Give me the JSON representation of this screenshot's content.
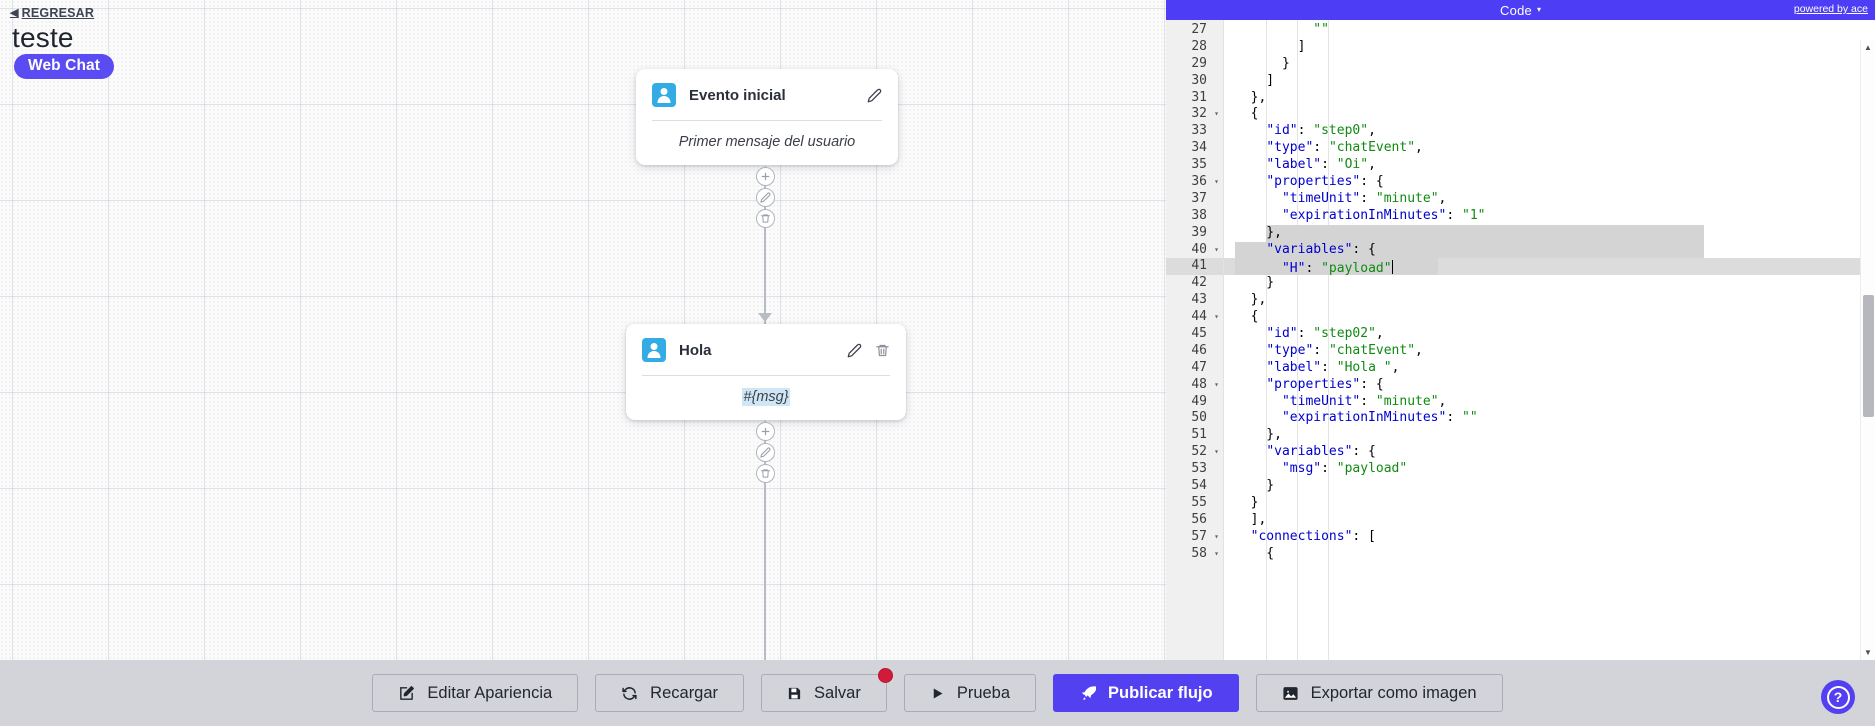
{
  "canvas": {
    "back_link": {
      "label": "REGRESAR",
      "icon": "chevron-left-icon"
    },
    "title": "teste",
    "badge": "Web Chat",
    "nodes": [
      {
        "id": "node-initial",
        "icon": "user-avatar-icon",
        "title": "Evento inicial",
        "body": "Primer mensaje del usuario",
        "actions": [
          "edit-icon"
        ]
      },
      {
        "id": "node-hola",
        "icon": "user-avatar-icon",
        "title": "Hola",
        "body": "#{msg}",
        "actions": [
          "edit-icon",
          "trash-icon"
        ]
      }
    ],
    "edge_tools": [
      "plus-icon",
      "edit-icon",
      "trash-icon"
    ]
  },
  "code_panel": {
    "title": "Code",
    "caret": "▾",
    "credit": "powered by ace",
    "scroll": {
      "up": "▲",
      "down": "▼"
    },
    "fold_widget_arrow": "❯",
    "first_line": 27,
    "lines": [
      {
        "n": 27,
        "fold": false,
        "active": false,
        "sel": false,
        "tokens": [
          {
            "t": "          ",
            "c": "tok-p"
          },
          {
            "t": "\"\"",
            "c": "tok-s"
          }
        ]
      },
      {
        "n": 28,
        "fold": false,
        "active": false,
        "sel": false,
        "tokens": [
          {
            "t": "        ]",
            "c": "tok-p"
          }
        ]
      },
      {
        "n": 29,
        "fold": false,
        "active": false,
        "sel": false,
        "tokens": [
          {
            "t": "      }",
            "c": "tok-p"
          }
        ]
      },
      {
        "n": 30,
        "fold": false,
        "active": false,
        "sel": false,
        "tokens": [
          {
            "t": "    ]",
            "c": "tok-p"
          }
        ]
      },
      {
        "n": 31,
        "fold": false,
        "active": false,
        "sel": false,
        "tokens": [
          {
            "t": "  },",
            "c": "tok-p"
          }
        ]
      },
      {
        "n": 32,
        "fold": true,
        "active": false,
        "sel": false,
        "tokens": [
          {
            "t": "  {",
            "c": "tok-p"
          }
        ]
      },
      {
        "n": 33,
        "fold": false,
        "active": false,
        "sel": false,
        "tokens": [
          {
            "t": "    ",
            "c": "tok-p"
          },
          {
            "t": "\"id\"",
            "c": "tok-k"
          },
          {
            "t": ": ",
            "c": "tok-p"
          },
          {
            "t": "\"step0\"",
            "c": "tok-s"
          },
          {
            "t": ",",
            "c": "tok-p"
          }
        ]
      },
      {
        "n": 34,
        "fold": false,
        "active": false,
        "sel": false,
        "tokens": [
          {
            "t": "    ",
            "c": "tok-p"
          },
          {
            "t": "\"type\"",
            "c": "tok-k"
          },
          {
            "t": ": ",
            "c": "tok-p"
          },
          {
            "t": "\"chatEvent\"",
            "c": "tok-s"
          },
          {
            "t": ",",
            "c": "tok-p"
          }
        ]
      },
      {
        "n": 35,
        "fold": false,
        "active": false,
        "sel": false,
        "tokens": [
          {
            "t": "    ",
            "c": "tok-p"
          },
          {
            "t": "\"label\"",
            "c": "tok-k"
          },
          {
            "t": ": ",
            "c": "tok-p"
          },
          {
            "t": "\"Oi\"",
            "c": "tok-s"
          },
          {
            "t": ",",
            "c": "tok-p"
          }
        ]
      },
      {
        "n": 36,
        "fold": true,
        "active": false,
        "sel": false,
        "tokens": [
          {
            "t": "    ",
            "c": "tok-p"
          },
          {
            "t": "\"properties\"",
            "c": "tok-k"
          },
          {
            "t": ": {",
            "c": "tok-p"
          }
        ]
      },
      {
        "n": 37,
        "fold": false,
        "active": false,
        "sel": false,
        "tokens": [
          {
            "t": "      ",
            "c": "tok-p"
          },
          {
            "t": "\"timeUnit\"",
            "c": "tok-k"
          },
          {
            "t": ": ",
            "c": "tok-p"
          },
          {
            "t": "\"minute\"",
            "c": "tok-s"
          },
          {
            "t": ",",
            "c": "tok-p"
          }
        ]
      },
      {
        "n": 38,
        "fold": false,
        "active": false,
        "sel": false,
        "tokens": [
          {
            "t": "      ",
            "c": "tok-p"
          },
          {
            "t": "\"expirationInMinutes\"",
            "c": "tok-k"
          },
          {
            "t": ": ",
            "c": "tok-p"
          },
          {
            "t": "\"1\"",
            "c": "tok-s"
          }
        ]
      },
      {
        "n": 39,
        "fold": false,
        "active": false,
        "sel": true,
        "sel_from": 4,
        "tokens": [
          {
            "t": "    },",
            "c": "tok-p"
          }
        ]
      },
      {
        "n": 40,
        "fold": true,
        "active": false,
        "sel": true,
        "sel_from": 0,
        "tokens": [
          {
            "t": "    ",
            "c": "tok-p"
          },
          {
            "t": "\"variables\"",
            "c": "tok-k"
          },
          {
            "t": ": {",
            "c": "tok-p"
          }
        ]
      },
      {
        "n": 41,
        "fold": false,
        "active": true,
        "sel": true,
        "sel_from": 0,
        "sel_to": 26,
        "caret": true,
        "tokens": [
          {
            "t": "      ",
            "c": "tok-p"
          },
          {
            "t": "\"H\"",
            "c": "tok-k"
          },
          {
            "t": ": ",
            "c": "tok-p"
          },
          {
            "t": "\"payload\"",
            "c": "tok-s"
          }
        ]
      },
      {
        "n": 42,
        "fold": false,
        "active": false,
        "sel": false,
        "tokens": [
          {
            "t": "    }",
            "c": "tok-p"
          }
        ]
      },
      {
        "n": 43,
        "fold": false,
        "active": false,
        "sel": false,
        "tokens": [
          {
            "t": "  },",
            "c": "tok-p"
          }
        ]
      },
      {
        "n": 44,
        "fold": true,
        "active": false,
        "sel": false,
        "tokens": [
          {
            "t": "  {",
            "c": "tok-p"
          }
        ]
      },
      {
        "n": 45,
        "fold": false,
        "active": false,
        "sel": false,
        "tokens": [
          {
            "t": "    ",
            "c": "tok-p"
          },
          {
            "t": "\"id\"",
            "c": "tok-k"
          },
          {
            "t": ": ",
            "c": "tok-p"
          },
          {
            "t": "\"step02\"",
            "c": "tok-s"
          },
          {
            "t": ",",
            "c": "tok-p"
          }
        ]
      },
      {
        "n": 46,
        "fold": false,
        "active": false,
        "sel": false,
        "tokens": [
          {
            "t": "    ",
            "c": "tok-p"
          },
          {
            "t": "\"type\"",
            "c": "tok-k"
          },
          {
            "t": ": ",
            "c": "tok-p"
          },
          {
            "t": "\"chatEvent\"",
            "c": "tok-s"
          },
          {
            "t": ",",
            "c": "tok-p"
          }
        ]
      },
      {
        "n": 47,
        "fold": false,
        "active": false,
        "sel": false,
        "tokens": [
          {
            "t": "    ",
            "c": "tok-p"
          },
          {
            "t": "\"label\"",
            "c": "tok-k"
          },
          {
            "t": ": ",
            "c": "tok-p"
          },
          {
            "t": "\"Hola \"",
            "c": "tok-s"
          },
          {
            "t": ",",
            "c": "tok-p"
          }
        ]
      },
      {
        "n": 48,
        "fold": true,
        "active": false,
        "sel": false,
        "tokens": [
          {
            "t": "    ",
            "c": "tok-p"
          },
          {
            "t": "\"properties\"",
            "c": "tok-k"
          },
          {
            "t": ": {",
            "c": "tok-p"
          }
        ]
      },
      {
        "n": 49,
        "fold": false,
        "active": false,
        "sel": false,
        "tokens": [
          {
            "t": "      ",
            "c": "tok-p"
          },
          {
            "t": "\"timeUnit\"",
            "c": "tok-k"
          },
          {
            "t": ": ",
            "c": "tok-p"
          },
          {
            "t": "\"minute\"",
            "c": "tok-s"
          },
          {
            "t": ",",
            "c": "tok-p"
          }
        ]
      },
      {
        "n": 50,
        "fold": false,
        "active": false,
        "sel": false,
        "tokens": [
          {
            "t": "      ",
            "c": "tok-p"
          },
          {
            "t": "\"expirationInMinutes\"",
            "c": "tok-k"
          },
          {
            "t": ": ",
            "c": "tok-p"
          },
          {
            "t": "\"\"",
            "c": "tok-s"
          }
        ]
      },
      {
        "n": 51,
        "fold": false,
        "active": false,
        "sel": false,
        "tokens": [
          {
            "t": "    },",
            "c": "tok-p"
          }
        ]
      },
      {
        "n": 52,
        "fold": true,
        "active": false,
        "sel": false,
        "tokens": [
          {
            "t": "    ",
            "c": "tok-p"
          },
          {
            "t": "\"variables\"",
            "c": "tok-k"
          },
          {
            "t": ": {",
            "c": "tok-p"
          }
        ]
      },
      {
        "n": 53,
        "fold": false,
        "active": false,
        "sel": false,
        "tokens": [
          {
            "t": "      ",
            "c": "tok-p"
          },
          {
            "t": "\"msg\"",
            "c": "tok-k"
          },
          {
            "t": ": ",
            "c": "tok-p"
          },
          {
            "t": "\"payload\"",
            "c": "tok-s"
          }
        ]
      },
      {
        "n": 54,
        "fold": false,
        "active": false,
        "sel": false,
        "tokens": [
          {
            "t": "    }",
            "c": "tok-p"
          }
        ]
      },
      {
        "n": 55,
        "fold": false,
        "active": false,
        "sel": false,
        "tokens": [
          {
            "t": "  }",
            "c": "tok-p"
          }
        ]
      },
      {
        "n": 56,
        "fold": false,
        "active": false,
        "sel": false,
        "tokens": [
          {
            "t": "  ],",
            "c": "tok-p"
          }
        ]
      },
      {
        "n": 57,
        "fold": true,
        "active": false,
        "sel": false,
        "tokens": [
          {
            "t": "  ",
            "c": "tok-p"
          },
          {
            "t": "\"connections\"",
            "c": "tok-k"
          },
          {
            "t": ": [",
            "c": "tok-p"
          }
        ]
      },
      {
        "n": 58,
        "fold": true,
        "active": false,
        "sel": false,
        "tokens": [
          {
            "t": "    {",
            "c": "tok-p"
          }
        ]
      }
    ]
  },
  "toolbar": {
    "buttons": [
      {
        "label": "Editar Apariencia",
        "icon": "pencil-square-icon",
        "primary": false,
        "badge": false
      },
      {
        "label": "Recargar",
        "icon": "refresh-icon",
        "primary": false,
        "badge": false
      },
      {
        "label": "Salvar",
        "icon": "save-disk-icon",
        "primary": false,
        "badge": true
      },
      {
        "label": "Prueba",
        "icon": "play-icon",
        "primary": false,
        "badge": false
      },
      {
        "label": "Publicar flujo",
        "icon": "rocket-icon",
        "primary": true,
        "badge": false
      },
      {
        "label": "Exportar como imagen",
        "icon": "image-icon",
        "primary": false,
        "badge": false
      }
    ]
  },
  "help": {
    "icon": "question-mark-icon",
    "label": "?"
  },
  "colors": {
    "accent_purple": "#5340f0",
    "editor_header": "#4d3df5",
    "node_avatar_blue": "#33abe5",
    "bottom_bar": "#d2d4d9",
    "badge_red": "#d01b3a",
    "string_green": "#108a10",
    "key_blue": "#0000cd"
  }
}
